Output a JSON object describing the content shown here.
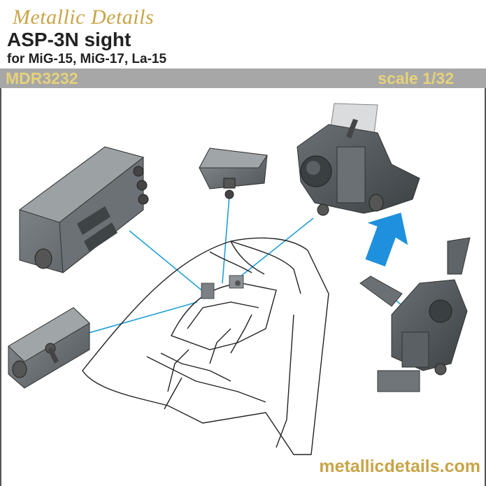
{
  "header": {
    "brand": "Metallic Details",
    "title": "ASP-3N sight",
    "subtitle": "for MiG-15, MiG-17, La-15"
  },
  "bar": {
    "code": "MDR3232",
    "scale": "scale 1/32"
  },
  "footer": {
    "website": "metallicdetails.com"
  },
  "colors": {
    "brand_gold": "#c9a447",
    "bar_gray": "#a7a7a7",
    "bar_text": "#e7d27a",
    "leader_line": "#1fa0d8",
    "arrow": "#1e90dd",
    "part_gray": "#6e7478"
  }
}
